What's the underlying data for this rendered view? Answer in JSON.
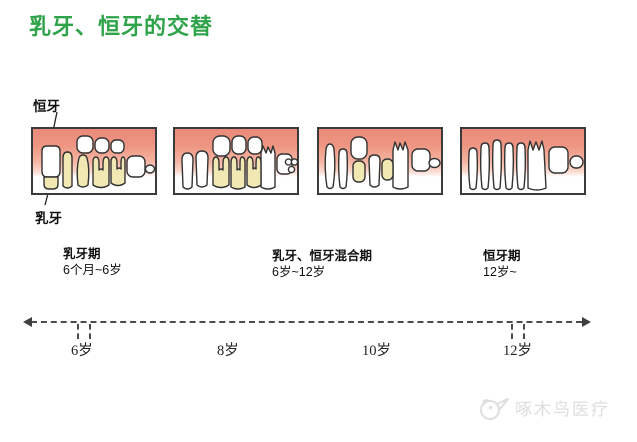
{
  "title": "乳牙、恒牙的交替",
  "annotations": {
    "permanent_label": "恒牙",
    "deciduous_label": "乳牙"
  },
  "stages": [
    {
      "title": "乳牙期",
      "range": "6个月~6岁"
    },
    {
      "title": "乳牙、恒牙混合期",
      "range": "6岁~12岁"
    },
    {
      "title": "恒牙期",
      "range": "12岁~"
    }
  ],
  "timeline": {
    "ages": [
      "6岁",
      "8岁",
      "10岁",
      "12岁"
    ]
  },
  "watermark": {
    "brand": "啄木鸟医疗",
    "icon": "woodpecker-bird-icon"
  },
  "colors": {
    "title_green": "#2fa34a",
    "gum_pink": "#ee9683",
    "gum_pink_light": "#fbd9cd",
    "deciduous_tooth_yellow": "#f1e8b4",
    "permanent_tooth_white": "#ffffff",
    "outline_dark": "#333333",
    "watermark_gray": "#dedede"
  }
}
